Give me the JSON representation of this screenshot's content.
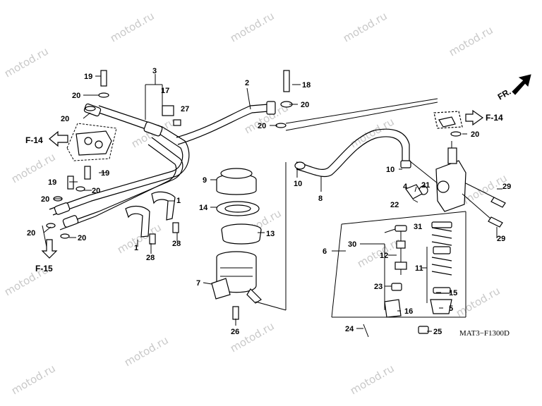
{
  "watermark": "motod.ru",
  "diagram_code": "MAT3−F1300D",
  "fr_label": "FR.",
  "refs": {
    "f14_left": "F-14",
    "f14_right": "F-14",
    "f15": "F-15"
  },
  "callouts": {
    "c1a": "1",
    "c1b": "1",
    "c2": "2",
    "c3": "3",
    "c4": "4",
    "c5": "5",
    "c6": "6",
    "c7": "7",
    "c8": "8",
    "c9": "9",
    "c10a": "10",
    "c10b": "10",
    "c11": "11",
    "c12": "12",
    "c13": "13",
    "c14": "14",
    "c15": "15",
    "c16": "16",
    "c17": "17",
    "c18": "18",
    "c19a": "19",
    "c19b": "19",
    "c19c": "19",
    "c20a": "20",
    "c20b": "20",
    "c20c": "20",
    "c20d": "20",
    "c20e": "20",
    "c20f": "20",
    "c20g": "20",
    "c20h": "20",
    "c21": "21",
    "c22": "22",
    "c23": "23",
    "c24": "24",
    "c25": "25",
    "c26": "26",
    "c27": "27",
    "c28a": "28",
    "c28b": "28",
    "c29a": "29",
    "c29b": "29",
    "c30": "30",
    "c31": "31"
  }
}
